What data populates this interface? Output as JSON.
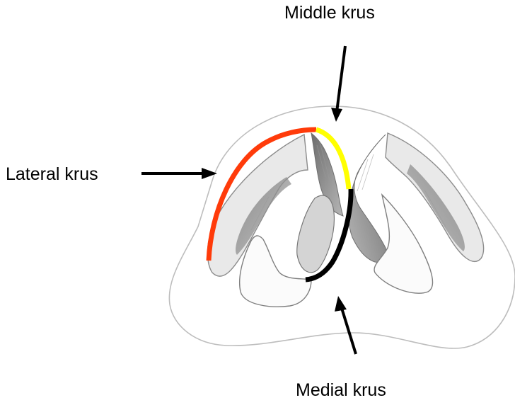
{
  "labels": {
    "middle": "Middle krus",
    "lateral": "Lateral krus",
    "medial": "Medial krus"
  },
  "colors": {
    "lateral_crus": "#ff3b0a",
    "middle_crus": "#ffff00",
    "medial_crus": "#000000",
    "sketch_line": "#7a7a7a",
    "sketch_shade": "#9a9a9a"
  }
}
